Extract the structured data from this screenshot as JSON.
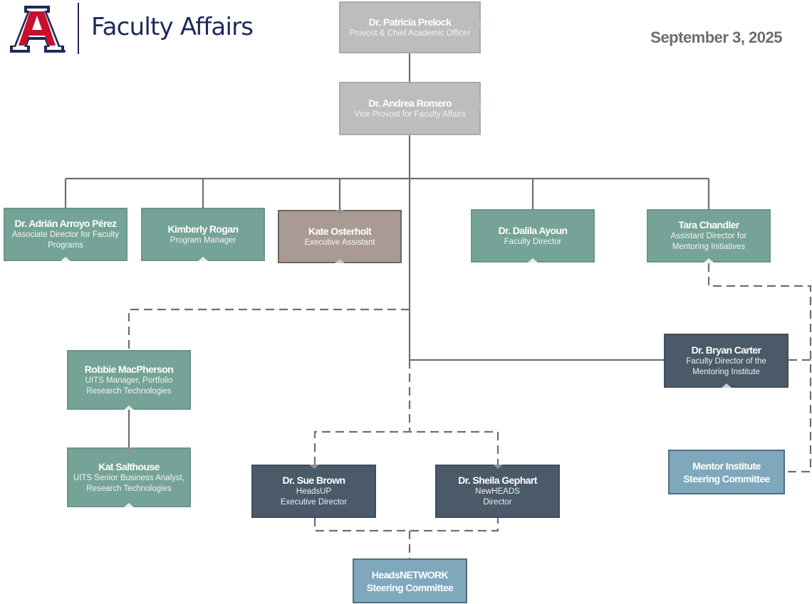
{
  "header": {
    "brand": "Faculty Affairs",
    "logo": "university-block-a-logo",
    "date": "September 3, 2025"
  },
  "colors": {
    "leadership": "#bdbdbd",
    "staff": "#76a397",
    "assistant": "#a99b94",
    "director": "#4b5a69",
    "committee": "#7fa8bd",
    "connector": "#6f6f6f"
  },
  "nodes": {
    "prelock": {
      "name": "Dr. Patricia Prelock",
      "title": "Provost & Chief Academic Officer"
    },
    "romero": {
      "name": "Dr. Andrea Romero",
      "title": "Vice Provost for Faculty Affairs"
    },
    "arroyo": {
      "name": "Dr. Adrián Arroyo Pérez",
      "title": "Associate Director for Faculty Programs"
    },
    "rogan": {
      "name": "Kimberly Rogan",
      "title": "Program Manager"
    },
    "osterholt": {
      "name": "Kate Osterholt",
      "title": "Executive Assistant"
    },
    "ayoun": {
      "name": "Dr. Dalila Ayoun",
      "title": "Faculty Director"
    },
    "chandler": {
      "name": "Tara Chandler",
      "title": "Assistant Director for Mentoring Initiatives"
    },
    "macpherson": {
      "name": "Robbie MacPherson",
      "title": "UITS Manager, Portfolio Research Technologies"
    },
    "salthouse": {
      "name": "Kat Salthouse",
      "title": "UITS Senior Business Analyst, Research Technologies"
    },
    "carter": {
      "name": "Dr. Bryan Carter",
      "title": "Faculty Director of the Mentoring Institute"
    },
    "brown": {
      "name": "Dr. Sue Brown",
      "title_line1": "HeadsUP",
      "title_line2": "Executive Director"
    },
    "gephart": {
      "name": "Dr. Sheila Gephart",
      "title_line1": "NewHEADS",
      "title_line2": "Director"
    },
    "mentor_committee": {
      "name_line1": "Mentor Institute",
      "name_line2": "Steering Committee"
    },
    "heads_committee": {
      "name_line1": "HeadsNETWORK",
      "name_line2": "Steering Committee"
    }
  },
  "relationships": [
    {
      "from": "prelock",
      "to": "romero",
      "style": "solid"
    },
    {
      "from": "romero",
      "to": "arroyo",
      "style": "solid"
    },
    {
      "from": "romero",
      "to": "rogan",
      "style": "solid"
    },
    {
      "from": "romero",
      "to": "osterholt",
      "style": "solid"
    },
    {
      "from": "romero",
      "to": "ayoun",
      "style": "solid"
    },
    {
      "from": "romero",
      "to": "chandler",
      "style": "solid"
    },
    {
      "from": "romero",
      "to": "carter",
      "style": "solid"
    },
    {
      "from": "romero",
      "to": "macpherson",
      "style": "dashed"
    },
    {
      "from": "macpherson",
      "to": "salthouse",
      "style": "solid"
    },
    {
      "from": "romero",
      "to": "brown",
      "style": "dashed"
    },
    {
      "from": "romero",
      "to": "gephart",
      "style": "dashed"
    },
    {
      "from": "brown",
      "to": "heads_committee",
      "style": "dashed"
    },
    {
      "from": "gephart",
      "to": "heads_committee",
      "style": "dashed"
    },
    {
      "from": "chandler",
      "to": "mentor_committee",
      "style": "dashed"
    },
    {
      "from": "carter",
      "to": "mentor_committee",
      "style": "dashed"
    }
  ]
}
